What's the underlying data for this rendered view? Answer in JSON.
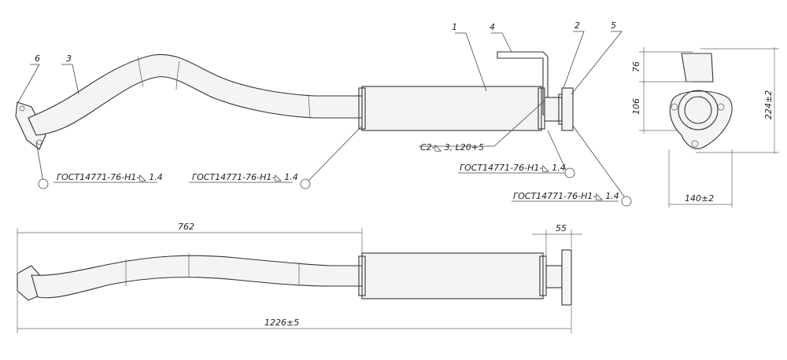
{
  "callouts": {
    "item1": "1",
    "item2": "2",
    "item3": "3",
    "item4": "4",
    "item5": "5",
    "item6": "6"
  },
  "welds": {
    "weld_main": "С2-◺ 3, L20+5",
    "gost_a": "ГОСТ14771-76-Н1-◺ 1.4",
    "gost_b": "ГОСТ14771-76-Н1-◺ 1.4",
    "gost_c": "ГОСТ14771-76-Н1-◺ 1.4",
    "gost_d": "ГОСТ14771-76-Н1-◺ 1.4"
  },
  "dimensions": {
    "d762": "762",
    "d55": "55",
    "d1226": "1226±5",
    "d76": "76",
    "d106": "106",
    "d224": "224±2",
    "d140": "140±2"
  }
}
